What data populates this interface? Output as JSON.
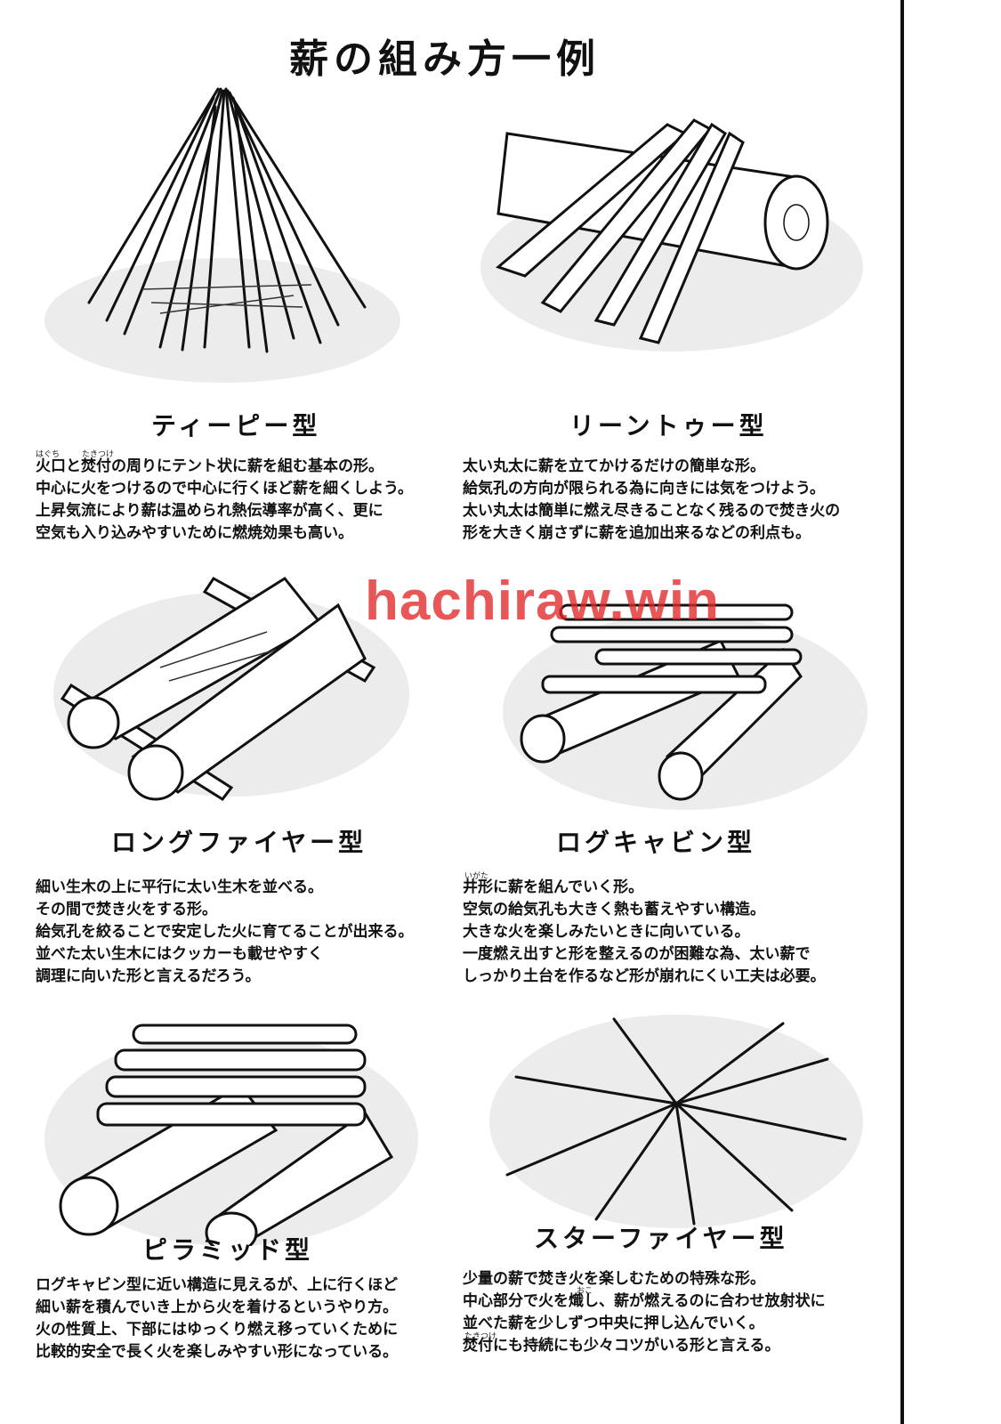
{
  "title": "薪の組み方一例",
  "watermark": "hachiraw.win",
  "panels": [
    {
      "name": "ティーピー型",
      "furigana": [
        "はぐち",
        "たきつけ"
      ],
      "lines": [
        "火口と焚付の周りにテント状に薪を組む基本の形。",
        "中心に火をつけるので中心に行くほど薪を細くしよう。",
        "上昇気流により薪は温められ熱伝導率が高く、更に",
        "空気も入り込みやすいために燃焼効果も高い。"
      ]
    },
    {
      "name": "リーントゥー型",
      "furigana": [],
      "lines": [
        "太い丸太に薪を立てかけるだけの簡単な形。",
        "給気孔の方向が限られる為に向きには気をつけよう。",
        "太い丸太は簡単に燃え尽きることなく残るので焚き火の",
        "形を大きく崩さずに薪を追加出来るなどの利点も。"
      ]
    },
    {
      "name": "ロングファイヤー型",
      "furigana": [],
      "lines": [
        "細い生木の上に平行に太い生木を並べる。",
        "その間で焚き火をする形。",
        "給気孔を絞ることで安定した火に育てることが出来る。",
        "並べた太い生木にはクッカーも載せやすく",
        "調理に向いた形と言えるだろう。"
      ]
    },
    {
      "name": "ログキャビン型",
      "furigana": [
        "いがた"
      ],
      "lines": [
        "井形に薪を組んでいく形。",
        "空気の給気孔も大きく熱も蓄えやすい構造。",
        "大きな火を楽しみたいときに向いている。",
        "一度燃え出すと形を整えるのが困難な為、太い薪で",
        "しっかり土台を作るなど形が崩れにくい工夫は必要。"
      ]
    },
    {
      "name": "ピラミッド型",
      "furigana": [],
      "lines": [
        "ログキャビン型に近い構造に見えるが、上に行くほど",
        "細い薪を積んでいき上から火を着けるというやり方。",
        "火の性質上、下部にはゆっくり燃え移っていくために",
        "比較的安全で長く火を楽しみやすい形になっている。"
      ]
    },
    {
      "name": "スターファイヤー型",
      "furigana": [
        "おこ",
        "たきつけ"
      ],
      "lines": [
        "少量の薪で焚き火を楽しむための特殊な形。",
        "中心部分で火を熾し、薪が燃えるのに合わせ放射状に",
        "並べた薪を少しずつ中央に押し込んでいく。",
        "焚付にも持続にも少々コツがいる形と言える。"
      ]
    }
  ]
}
